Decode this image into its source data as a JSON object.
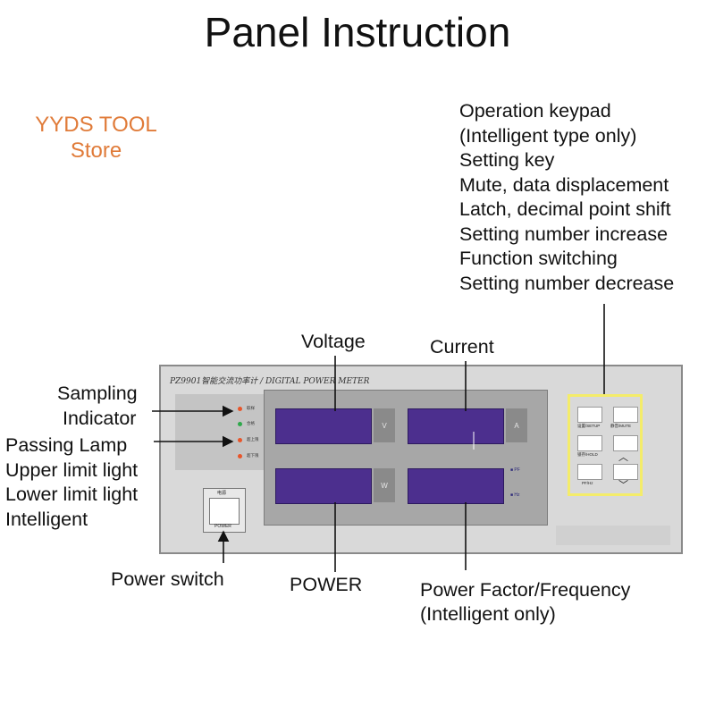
{
  "title": "Panel Instruction",
  "store": {
    "line1": "YYDS TOOL",
    "line2": "Store",
    "color": "#e07b39"
  },
  "keypad_labels": [
    "Operation keypad",
    "(Intelligent type only)",
    "Setting key",
    "Mute, data displacement",
    "Latch, decimal point shift",
    "Setting number increase",
    "Function switching",
    "Setting number decrease"
  ],
  "labels": {
    "voltage": "Voltage",
    "current": "Current",
    "sampling_1": "Sampling",
    "sampling_2": "Indicator",
    "power_switch": "Power switch",
    "power": "POWER",
    "pf_1": "Power Factor/Frequency",
    "pf_2": "(Intelligent only)"
  },
  "left_labels": [
    "Passing Lamp",
    "Upper limit light",
    "Lower limit light",
    "Intelligent"
  ],
  "device": {
    "header": "PZ9901智能交流功率计 / DIGITAL POWER METER",
    "units": {
      "v": "V",
      "a": "A",
      "w": "W",
      "pf": "PF",
      "hz": "Hz"
    },
    "lamps": [
      "取样",
      "合格",
      "超上限",
      "超下限"
    ],
    "lamp_colors": [
      "#e8552a",
      "#2ea84a",
      "#e8552a",
      "#e8552a"
    ],
    "keys": [
      "设置/SETUP",
      "静音/MUTE",
      "锁存/HOLD",
      "PF/Hz"
    ],
    "power_top": "电源",
    "power_bottom": "POWER",
    "lcd_color": "#4c2f8e",
    "keypad_frame_color": "#f4ec6a"
  }
}
